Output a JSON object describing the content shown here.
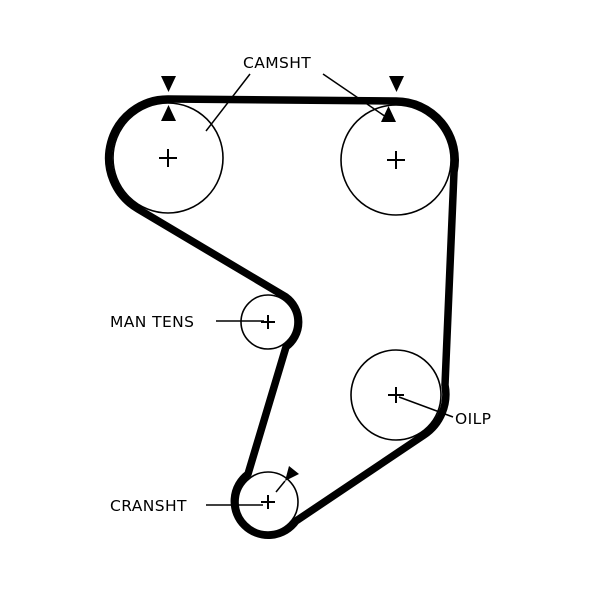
{
  "diagram": {
    "type": "timing-belt-routing-diagram",
    "background_color": "#ffffff",
    "ink_color": "#000000",
    "labels": {
      "camshaft": "CAMSHT",
      "manual_tensioner": "MAN TENS",
      "oil_pump": "OILP",
      "crankshaft": "CRANSHT"
    },
    "components": [
      {
        "name": "camshaft-pulley-left",
        "mark": "+"
      },
      {
        "name": "camshaft-pulley-right",
        "mark": "+"
      },
      {
        "name": "manual-tensioner-pulley",
        "mark": "+"
      },
      {
        "name": "oil-pump-pulley",
        "mark": "+"
      },
      {
        "name": "crankshaft-pulley",
        "mark": "+"
      }
    ],
    "timing_marks": [
      {
        "name": "camshaft-left-upper-mark",
        "glyph": "down-triangle"
      },
      {
        "name": "camshaft-left-lower-mark",
        "glyph": "up-triangle"
      },
      {
        "name": "camshaft-right-upper-mark",
        "glyph": "down-triangle"
      },
      {
        "name": "camshaft-right-lower-mark",
        "glyph": "up-triangle"
      },
      {
        "name": "crankshaft-mark",
        "glyph": "arrowhead"
      }
    ]
  }
}
